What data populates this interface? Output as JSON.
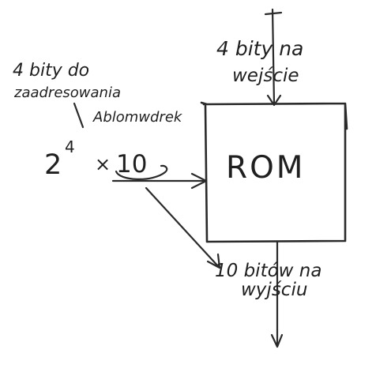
{
  "labels": {
    "rom_label": "ROM",
    "input_label_line1": "4 bity na",
    "input_label_line2": "wejście",
    "address_note_line1": "4 bity do",
    "address_note_line2": "zaadresowania",
    "address_note_line3": "Ablomwdrek",
    "capacity_base": "2",
    "capacity_exponent": "4",
    "capacity_times": "×",
    "capacity_width": "10",
    "output_label_line1": "10 bitów na",
    "output_label_line2": "wyjściu"
  }
}
